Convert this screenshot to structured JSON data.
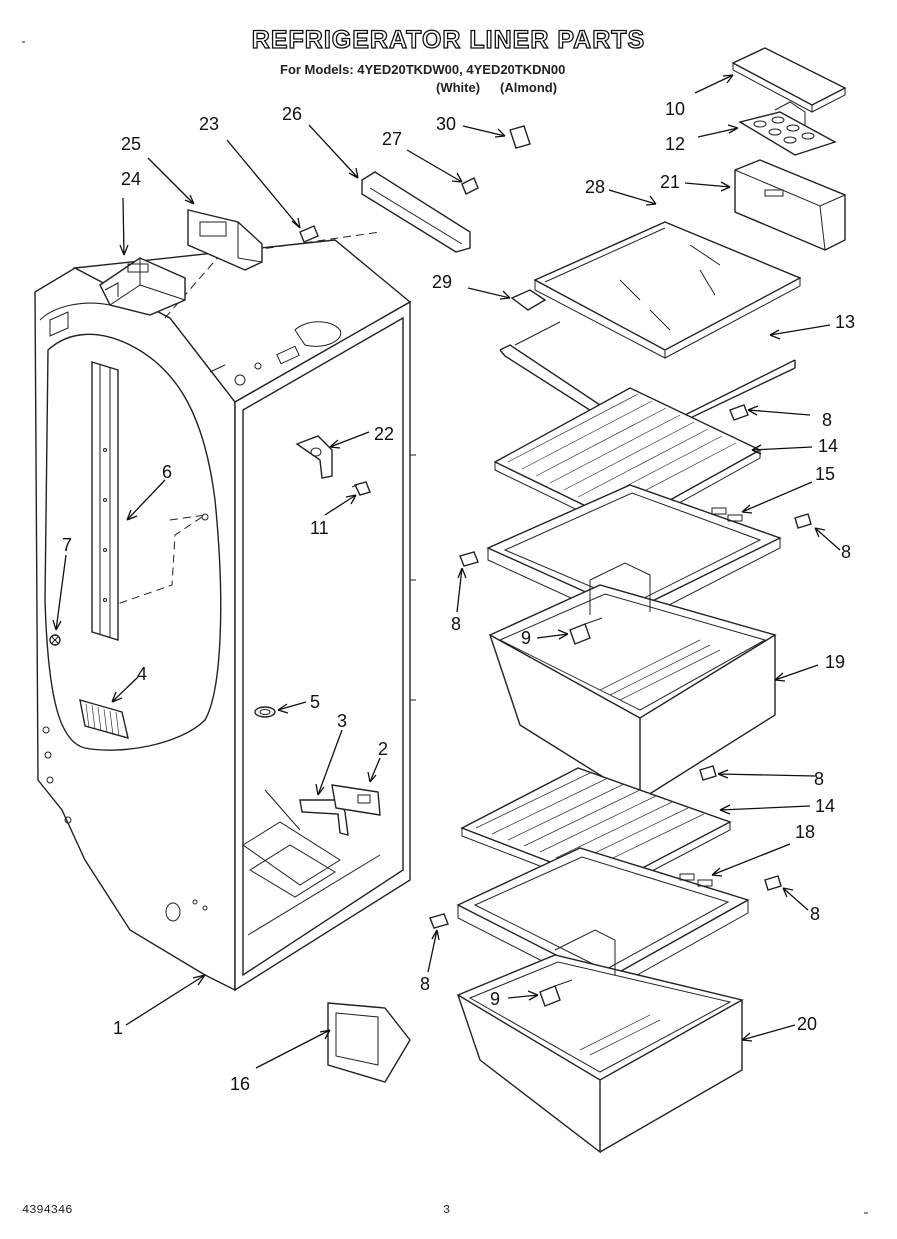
{
  "header": {
    "title": "REFRIGERATOR LINER PARTS",
    "models_line": "For Models: 4YED20TKDW00, 4YED20TKDN00",
    "variant_white": "(White)",
    "variant_almond": "(Almond)"
  },
  "callouts": [
    {
      "id": "c1",
      "label": "1"
    },
    {
      "id": "c2",
      "label": "2"
    },
    {
      "id": "c3",
      "label": "3"
    },
    {
      "id": "c4",
      "label": "4"
    },
    {
      "id": "c5",
      "label": "5"
    },
    {
      "id": "c6",
      "label": "6"
    },
    {
      "id": "c7",
      "label": "7"
    },
    {
      "id": "c8a",
      "label": "8"
    },
    {
      "id": "c8b",
      "label": "8"
    },
    {
      "id": "c8c",
      "label": "8"
    },
    {
      "id": "c8d",
      "label": "8"
    },
    {
      "id": "c8e",
      "label": "8"
    },
    {
      "id": "c8f",
      "label": "8"
    },
    {
      "id": "c9a",
      "label": "9"
    },
    {
      "id": "c9b",
      "label": "9"
    },
    {
      "id": "c10",
      "label": "10"
    },
    {
      "id": "c11",
      "label": "11"
    },
    {
      "id": "c12",
      "label": "12"
    },
    {
      "id": "c13",
      "label": "13"
    },
    {
      "id": "c14a",
      "label": "14"
    },
    {
      "id": "c14b",
      "label": "14"
    },
    {
      "id": "c15",
      "label": "15"
    },
    {
      "id": "c16",
      "label": "16"
    },
    {
      "id": "c18",
      "label": "18"
    },
    {
      "id": "c19",
      "label": "19"
    },
    {
      "id": "c20",
      "label": "20"
    },
    {
      "id": "c21",
      "label": "21"
    },
    {
      "id": "c22",
      "label": "22"
    },
    {
      "id": "c23",
      "label": "23"
    },
    {
      "id": "c24",
      "label": "24"
    },
    {
      "id": "c25",
      "label": "25"
    },
    {
      "id": "c26",
      "label": "26"
    },
    {
      "id": "c27",
      "label": "27"
    },
    {
      "id": "c28",
      "label": "28"
    },
    {
      "id": "c29",
      "label": "29"
    },
    {
      "id": "c30",
      "label": "30"
    }
  ],
  "footer": {
    "doc_number": "4394346",
    "page_number": "3"
  }
}
